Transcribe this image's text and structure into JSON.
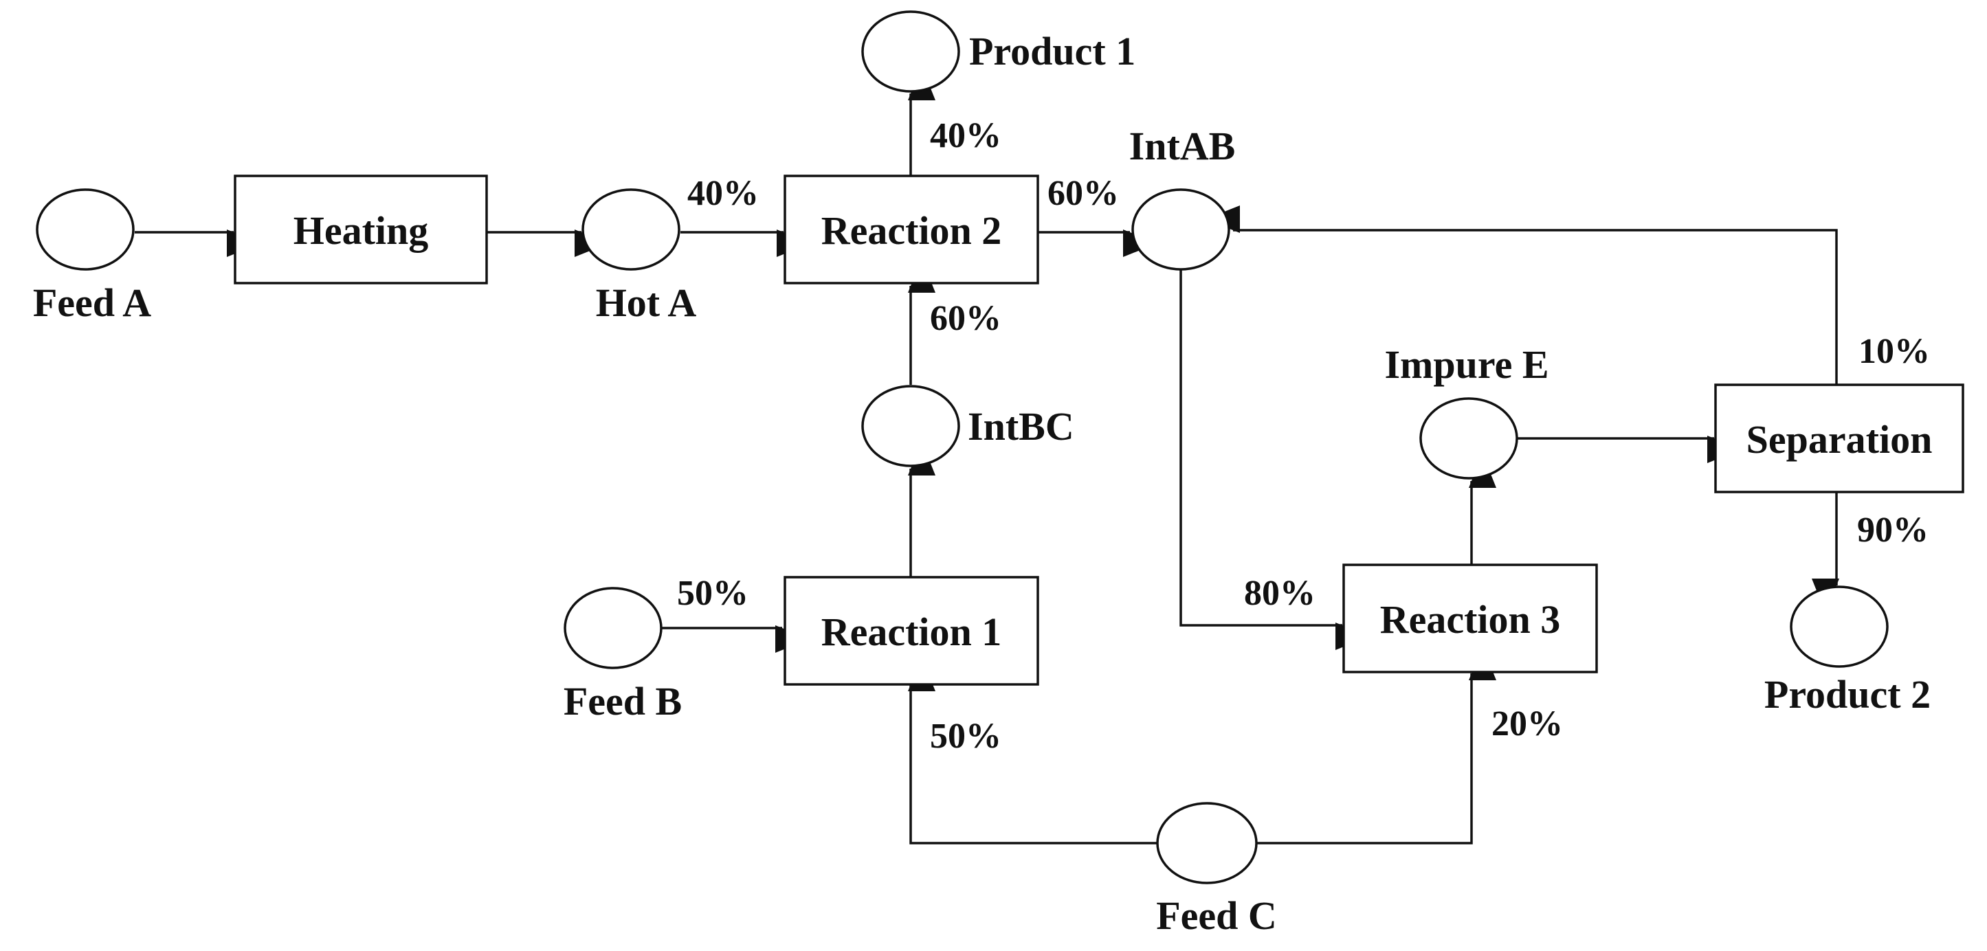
{
  "states": {
    "feed_a": "Feed A",
    "hot_a": "Hot A",
    "product_1": "Product 1",
    "int_ab": "IntAB",
    "int_bc": "IntBC",
    "feed_b": "Feed B",
    "feed_c": "Feed C",
    "impure_e": "Impure E",
    "product_2": "Product 2"
  },
  "tasks": {
    "heating": "Heating",
    "reaction_1": "Reaction 1",
    "reaction_2": "Reaction 2",
    "reaction_3": "Reaction 3",
    "separation": "Separation"
  },
  "fractions": {
    "hot_a_to_reaction_2": "40%",
    "reaction_2_to_product_1": "40%",
    "reaction_2_to_int_ab": "60%",
    "int_bc_to_reaction_2": "60%",
    "feed_b_to_reaction_1": "50%",
    "feed_c_to_reaction_1": "50%",
    "int_ab_to_reaction_3": "80%",
    "feed_c_to_reaction_3": "20%",
    "separation_to_int_ab": "10%",
    "separation_to_product_2": "90%"
  }
}
